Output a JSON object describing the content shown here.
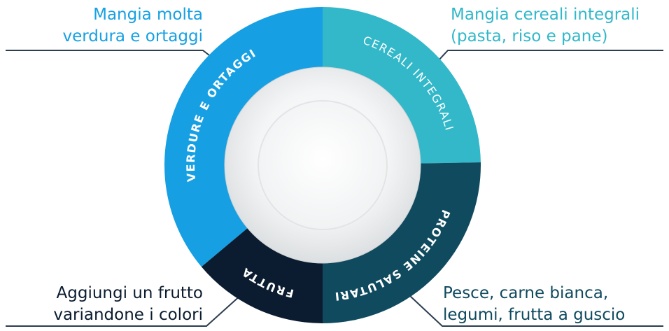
{
  "colors": {
    "verdure": "#16a0e3",
    "cereali": "#32b8c9",
    "proteine": "#0f4a5e",
    "frutta": "#0b1c30",
    "line": "#2c3e50",
    "plate_rim": "#e9ebec",
    "plate_center": "#fbfbfb"
  },
  "segments": {
    "verdure": "VERDURE E ORTAGGI",
    "cereali": "CEREALI INTEGRALI",
    "proteine": "PROTEINE SALUTARI",
    "frutta": "FRUTTA"
  },
  "callouts": {
    "top_left": {
      "line1": "Mangia molta",
      "line2": "verdura e ortaggi"
    },
    "top_right": {
      "line1": "Mangia cereali integrali",
      "line2": "(pasta, riso e pane)"
    },
    "bottom_left": {
      "line1": "Aggiungi un frutto",
      "line2": "variandone i colori"
    },
    "bottom_right": {
      "line1": "Pesce, carne bianca,",
      "line2": "legumi, frutta a guscio"
    }
  }
}
